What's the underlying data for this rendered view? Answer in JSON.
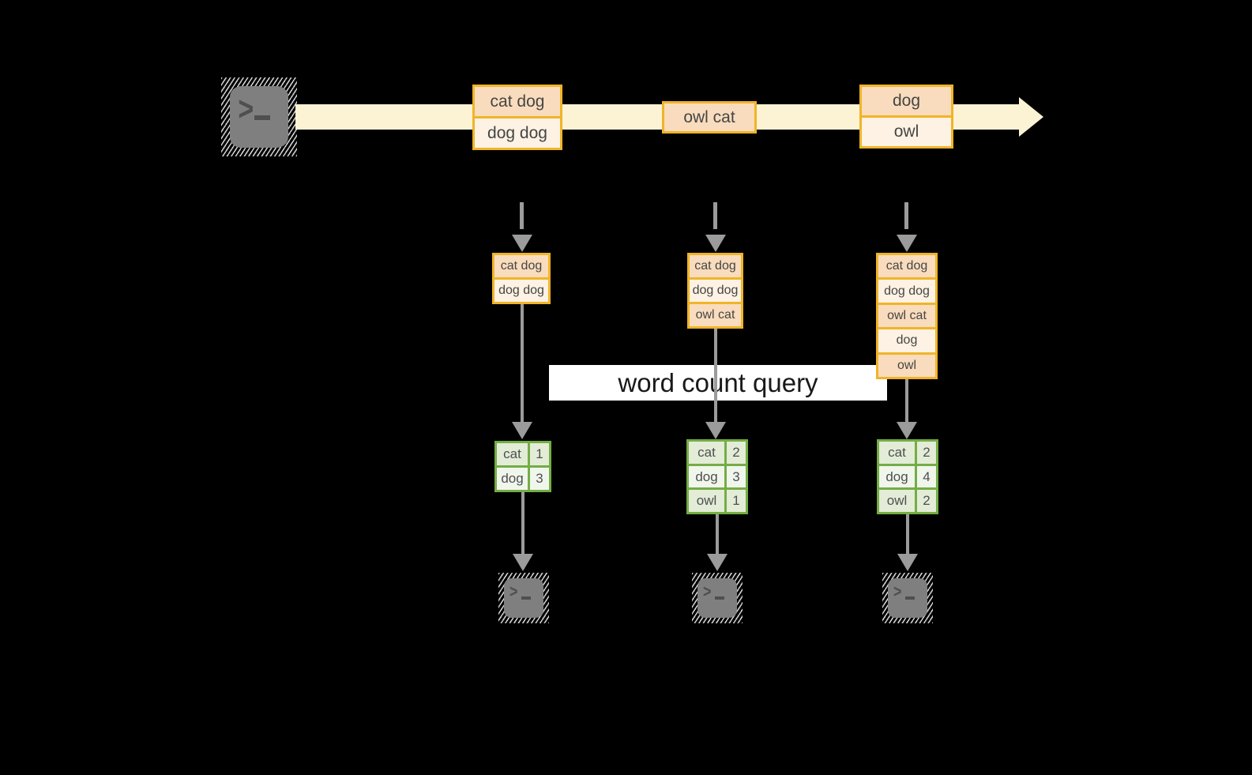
{
  "banner": {
    "label": "word count query"
  },
  "stream": {
    "source_icon": "terminal",
    "events": [
      {
        "rows": [
          "cat dog",
          "dog dog"
        ]
      },
      {
        "rows": [
          "owl cat"
        ]
      },
      {
        "rows": [
          "dog",
          "owl"
        ]
      }
    ]
  },
  "pipelines": [
    {
      "buffer": [
        "cat dog",
        "dog dog"
      ],
      "counts": [
        {
          "word": "cat",
          "value": "1"
        },
        {
          "word": "dog",
          "value": "3"
        }
      ],
      "sink_icon": "terminal"
    },
    {
      "buffer": [
        "cat dog",
        "dog dog",
        "owl cat"
      ],
      "counts": [
        {
          "word": "cat",
          "value": "2"
        },
        {
          "word": "dog",
          "value": "3"
        },
        {
          "word": "owl",
          "value": "1"
        }
      ],
      "sink_icon": "terminal"
    },
    {
      "buffer": [
        "cat dog",
        "dog dog",
        "owl cat",
        "dog",
        "owl"
      ],
      "counts": [
        {
          "word": "cat",
          "value": "2"
        },
        {
          "word": "dog",
          "value": "4"
        },
        {
          "word": "owl",
          "value": "2"
        }
      ],
      "sink_icon": "terminal"
    }
  ],
  "colors": {
    "background": "#000000",
    "stream_band": "#fcf3d4",
    "event_border": "#f0b429",
    "event_row_dark": "#f9dcbd",
    "event_row_light": "#fdf2e3",
    "arrow_gray": "#9b9b9b",
    "table_border": "#74ad45",
    "table_row_dark": "#e3ecd7",
    "table_row_light": "#f1f6ed",
    "banner_bg": "#ffffff"
  }
}
